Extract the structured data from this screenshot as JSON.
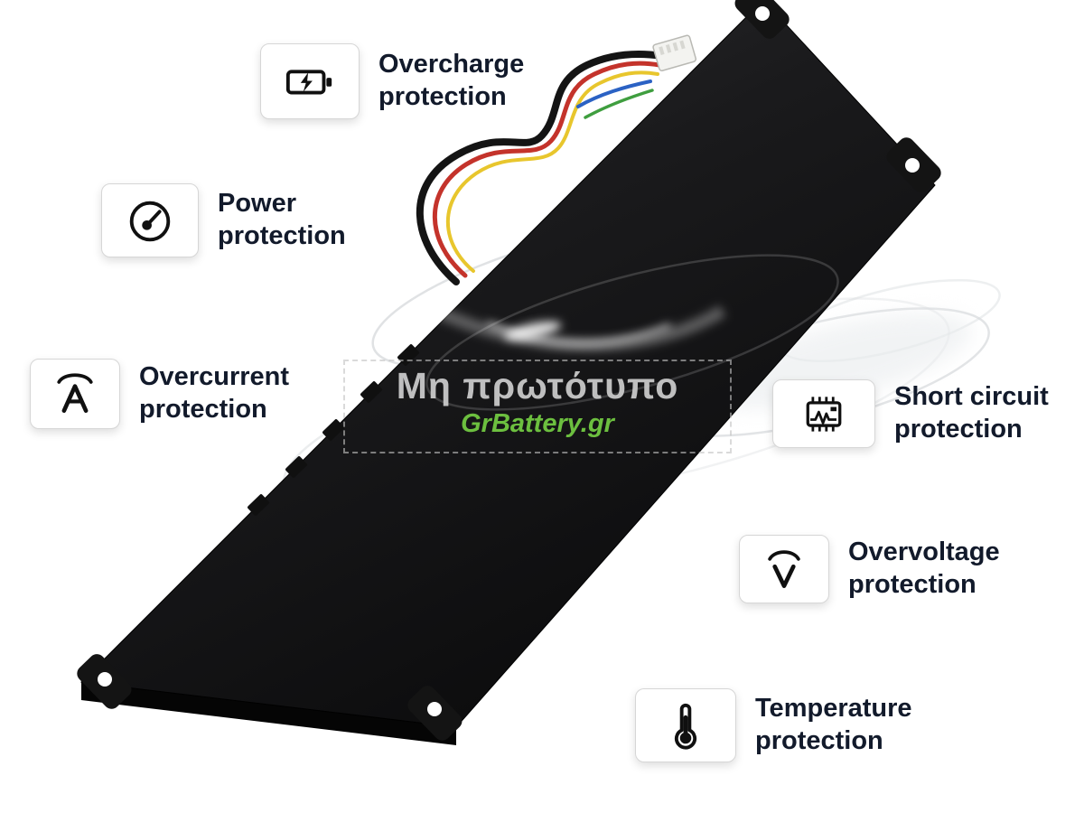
{
  "watermark": {
    "title": "Μη πρωτότυπο",
    "brand": "GrBattery.gr",
    "brand_color": "#6cbf3f"
  },
  "features": [
    {
      "id": "overcharge",
      "icon": "battery-charging-icon",
      "line1": "Overcharge",
      "line2": "protection"
    },
    {
      "id": "power",
      "icon": "power-gauge-icon",
      "line1": "Power",
      "line2": "protection"
    },
    {
      "id": "overcurrent",
      "icon": "overcurrent-icon",
      "line1": "Overcurrent",
      "line2": "protection"
    },
    {
      "id": "short-circuit",
      "icon": "short-circuit-chip-icon",
      "line1": "Short circuit",
      "line2": "protection"
    },
    {
      "id": "overvoltage",
      "icon": "overvoltage-icon",
      "line1": "Overvoltage",
      "line2": "protection"
    },
    {
      "id": "temperature",
      "icon": "thermometer-icon",
      "line1": "Temperature",
      "line2": "protection"
    }
  ],
  "colors": {
    "background": "#ffffff",
    "battery_body": "#161617",
    "label_text": "#121a2b",
    "wire_black": "#141414",
    "wire_red": "#c4332b",
    "wire_yellow": "#e8c62d",
    "wire_blue": "#2b62c4",
    "wire_green": "#3f9e3f"
  }
}
